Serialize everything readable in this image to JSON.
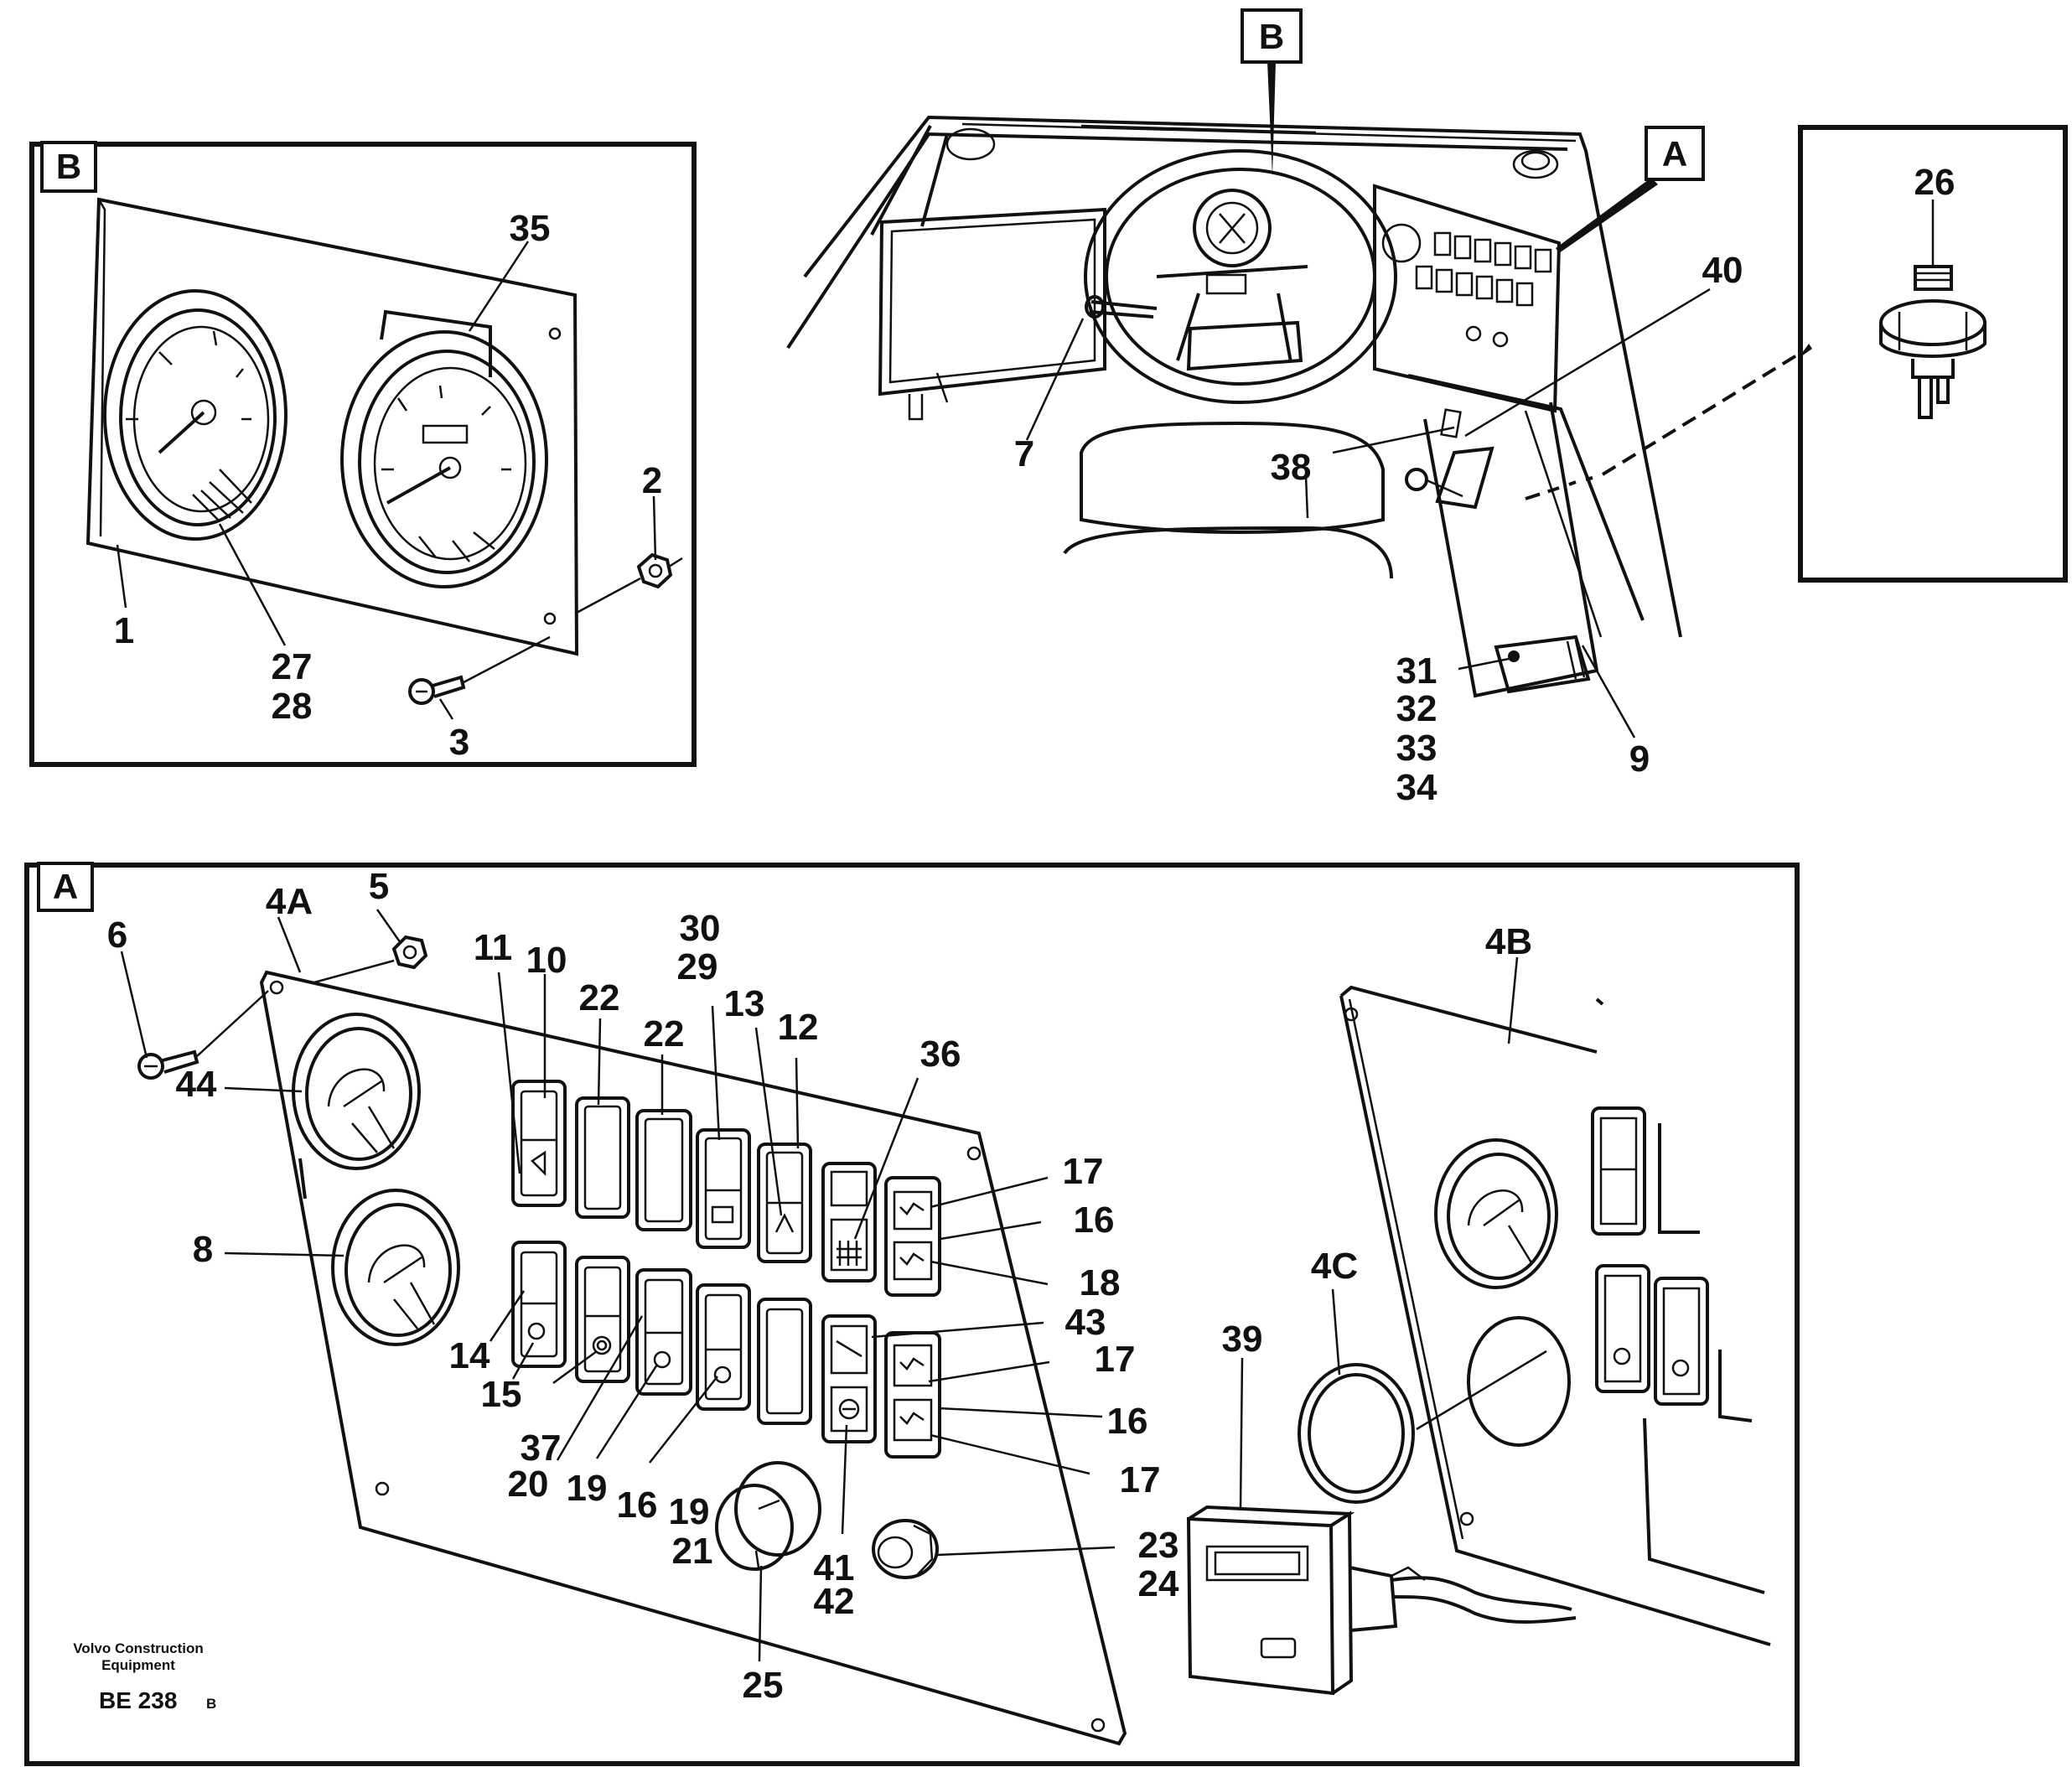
{
  "frames": {
    "b_detail": {
      "letter": "B"
    },
    "a_detail": {
      "letter": "A"
    },
    "overview": {
      "callout_b": "B",
      "callout_a": "A"
    }
  },
  "footer": {
    "brand_line1": "Volvo Construction",
    "brand_line2": "Equipment",
    "code": "BE 238",
    "code_suffix": "B"
  },
  "labels": {
    "l1": "1",
    "l2": "2",
    "l3": "3",
    "l35": "35",
    "l27": "27",
    "l28": "28",
    "l7": "7",
    "l38": "38",
    "l40": "40",
    "l26": "26",
    "l9": "9",
    "l31": "31",
    "l32": "32",
    "l33": "33",
    "l34": "34",
    "l6": "6",
    "l4A": "4A",
    "l5": "5",
    "l11": "11",
    "l10": "10",
    "l22a": "22",
    "l22b": "22",
    "l30": "30",
    "l29": "29",
    "l13": "13",
    "l12": "12",
    "l36": "36",
    "l44": "44",
    "l8": "8",
    "l17a": "17",
    "l16a": "16",
    "l18": "18",
    "l43": "43",
    "l17b": "17",
    "l16b": "16",
    "l17c": "17",
    "l14": "14",
    "l15": "15",
    "l37": "37",
    "l20": "20",
    "l19a": "19",
    "l16c": "16",
    "l19b": "19",
    "l21": "21",
    "l41": "41",
    "l42": "42",
    "l23": "23",
    "l24": "24",
    "l25": "25",
    "l4B": "4B",
    "l4C": "4C",
    "l39": "39"
  }
}
